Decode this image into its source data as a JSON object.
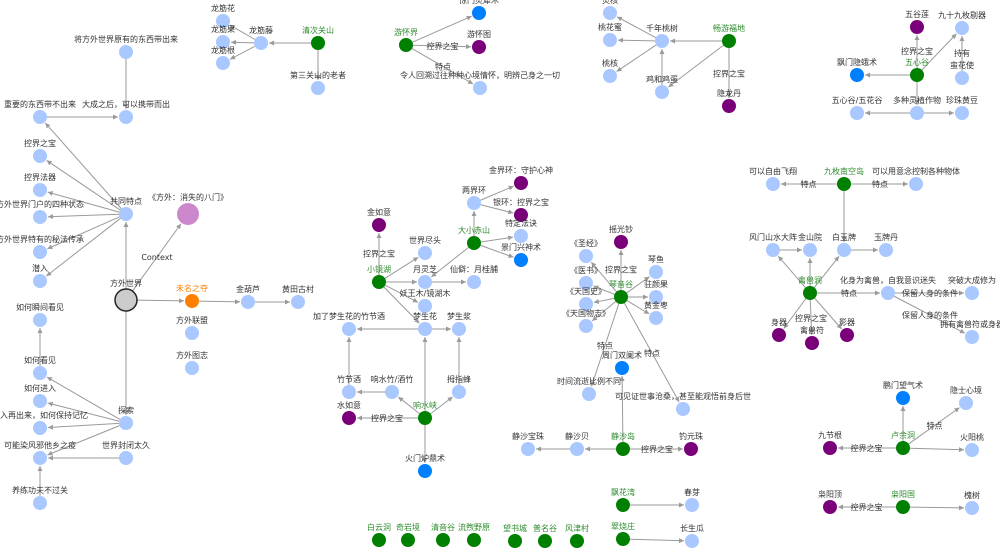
{
  "title": "方外世界 知识图谱",
  "colors": {
    "entity": "#008000",
    "concept": "#a8c8ff",
    "treasure": "#7a007a",
    "skill": "#0080ff",
    "root": "#cccccc",
    "book": "#cc88cc",
    "highlight": "#ff8000",
    "edge": "#9a9a9a",
    "label_green": "#2e8b2e",
    "label_orange": "#ff8000",
    "label_default": "#333333"
  },
  "nodes": [
    {
      "id": "n_root",
      "label": "方外世界",
      "kind": "root"
    },
    {
      "id": "n_book",
      "label": "《方外：消失的八门》",
      "kind": "book"
    },
    {
      "id": "n_common",
      "label": "共同特点",
      "kind": "concept"
    },
    {
      "id": "n_bring_orig",
      "label": "将方外世界原有的东西带出来",
      "kind": "concept"
    },
    {
      "id": "n_after",
      "label": "大成之后，可以携带而出",
      "kind": "concept"
    },
    {
      "id": "n_important",
      "label": "重要的东西带不出来",
      "kind": "concept"
    },
    {
      "id": "n_ctrl_treasure",
      "label": "控界之宝",
      "kind": "concept"
    },
    {
      "id": "n_ctrl_tool",
      "label": "控界法器",
      "kind": "concept"
    },
    {
      "id": "n_four_states",
      "label": "方外世界门户的四种状态",
      "kind": "concept"
    },
    {
      "id": "n_secret",
      "label": "方外世界特有的秘法传承",
      "kind": "concept"
    },
    {
      "id": "n_sneak",
      "label": "潜入",
      "kind": "concept"
    },
    {
      "id": "n_weiming",
      "label": "未名之夺",
      "kind": "highlight"
    },
    {
      "id": "n_jinhulu",
      "label": "金葫芦",
      "kind": "concept"
    },
    {
      "id": "n_huangtian",
      "label": "黄田古村",
      "kind": "concept"
    },
    {
      "id": "n_league",
      "label": "方外联盟",
      "kind": "concept"
    },
    {
      "id": "n_annals",
      "label": "方外图志",
      "kind": "concept"
    },
    {
      "id": "n_explore",
      "label": "探索",
      "kind": "concept"
    },
    {
      "id": "n_instant_see",
      "label": "如何瞬间看见",
      "kind": "concept"
    },
    {
      "id": "n_see",
      "label": "如何看见",
      "kind": "concept"
    },
    {
      "id": "n_enter",
      "label": "如何进入",
      "kind": "concept"
    },
    {
      "id": "n_memory",
      "label": "进入再出来，如何保持记忆",
      "kind": "concept"
    },
    {
      "id": "n_disease",
      "label": "可能染风邪他乡之疫",
      "kind": "concept"
    },
    {
      "id": "n_closed",
      "label": "世界封闭太久",
      "kind": "concept"
    },
    {
      "id": "n_training",
      "label": "养练功夫不过关",
      "kind": "concept"
    },
    {
      "id": "n_qingci",
      "label": "清次关山",
      "kind": "entity"
    },
    {
      "id": "n_longteng",
      "label": "龙筋藤",
      "kind": "concept"
    },
    {
      "id": "n_lj_hua",
      "label": "龙筋花",
      "kind": "concept"
    },
    {
      "id": "n_lj_guo",
      "label": "龙筋果",
      "kind": "concept"
    },
    {
      "id": "n_lj_gen",
      "label": "龙筋根",
      "kind": "concept"
    },
    {
      "id": "n_elder",
      "label": "第三关山的老者",
      "kind": "concept"
    },
    {
      "id": "n_youhuai",
      "label": "游怀界",
      "kind": "entity"
    },
    {
      "id": "n_yh_skill",
      "label": "惊门灵犀术",
      "kind": "skill"
    },
    {
      "id": "n_yh_tu",
      "label": "游怀图",
      "kind": "treasure"
    },
    {
      "id": "n_yh_feat",
      "label": "令人回溯过往种种心境情怀，明辨己身之一切",
      "kind": "concept"
    },
    {
      "id": "n_changyou",
      "label": "畅游福地",
      "kind": "entity"
    },
    {
      "id": "n_qiannian",
      "label": "千年桃树",
      "kind": "concept"
    },
    {
      "id": "n_linghe",
      "label": "灵核",
      "kind": "concept"
    },
    {
      "id": "n_taohua",
      "label": "桃花蜜",
      "kind": "concept"
    },
    {
      "id": "n_taohe",
      "label": "桃核",
      "kind": "concept"
    },
    {
      "id": "n_jihe",
      "label": "鸡和鸡蛋",
      "kind": "concept"
    },
    {
      "id": "n_yinlong",
      "label": "隐龙丹",
      "kind": "treasure"
    },
    {
      "id": "n_wuxin",
      "label": "五心谷",
      "kind": "entity"
    },
    {
      "id": "n_wg_lian",
      "label": "五谷莲",
      "kind": "treasure"
    },
    {
      "id": "n_99",
      "label": "九十九枚剔器",
      "kind": "concept"
    },
    {
      "id": "n_piaomen",
      "label": "飘门隐蛾术",
      "kind": "skill"
    },
    {
      "id": "n_manhua",
      "label": "蛮花使",
      "kind": "concept"
    },
    {
      "id": "n_wx_wh",
      "label": "五心谷/五花谷",
      "kind": "concept"
    },
    {
      "id": "n_crops",
      "label": "多种灵植作物",
      "kind": "concept"
    },
    {
      "id": "n_zhenzhu",
      "label": "珍珠黄豆",
      "kind": "concept"
    },
    {
      "id": "n_daxiao",
      "label": "大小赤山",
      "kind": "entity"
    },
    {
      "id": "n_liangjie",
      "label": "两界环",
      "kind": "concept"
    },
    {
      "id": "n_jinjie",
      "label": "金界环：守护心神",
      "kind": "treasure"
    },
    {
      "id": "n_yinhuan",
      "label": "银环：控界之宝",
      "kind": "treasure"
    },
    {
      "id": "n_tedingfa",
      "label": "特定法诀",
      "kind": "concept"
    },
    {
      "id": "n_jingmen_xing",
      "label": "景门兴神术",
      "kind": "skill"
    },
    {
      "id": "n_xiaojing",
      "label": "小镜湖",
      "kind": "entity"
    },
    {
      "id": "n_jinrumeng",
      "label": "金如意",
      "kind": "treasure"
    },
    {
      "id": "n_shijie",
      "label": "世界尽头",
      "kind": "concept"
    },
    {
      "id": "n_yuelingzhi",
      "label": "月灵芝",
      "kind": "concept"
    },
    {
      "id": "n_xianpi",
      "label": "仙僻：月桂脯",
      "kind": "concept"
    },
    {
      "id": "n_yaowang",
      "label": "妖王木/镜湖木",
      "kind": "concept"
    },
    {
      "id": "n_mengshenghua",
      "label": "梦生花",
      "kind": "concept"
    },
    {
      "id": "n_mengsheng_jiang",
      "label": "梦生浆",
      "kind": "concept"
    },
    {
      "id": "n_zhujiu_meng",
      "label": "加了梦生花的竹节酒",
      "kind": "concept"
    },
    {
      "id": "n_xiangshui",
      "label": "响水峡",
      "kind": "entity"
    },
    {
      "id": "n_zhujiejiu",
      "label": "竹节酒",
      "kind": "concept"
    },
    {
      "id": "n_xsz",
      "label": "响水竹/酒竹",
      "kind": "concept"
    },
    {
      "id": "n_yinmi",
      "label": "拇指蜂",
      "kind": "concept"
    },
    {
      "id": "n_shuiruyi",
      "label": "水如意",
      "kind": "treasure"
    },
    {
      "id": "n_huomen",
      "label": "火门炉鼎术",
      "kind": "skill"
    },
    {
      "id": "n_qinyin",
      "label": "琴音谷",
      "kind": "entity"
    },
    {
      "id": "n_yaoguang",
      "label": "摇光钞",
      "kind": "treasure"
    },
    {
      "id": "n_shengjing",
      "label": "《圣经》",
      "kind": "concept"
    },
    {
      "id": "n_yishu",
      "label": "《医书》",
      "kind": "concept"
    },
    {
      "id": "n_tianguoshi",
      "label": "《天国史》",
      "kind": "concept"
    },
    {
      "id": "n_tianguowu",
      "label": "《天国物志》",
      "kind": "concept"
    },
    {
      "id": "n_qinyu",
      "label": "琴鱼",
      "kind": "concept"
    },
    {
      "id": "n_zhuyan",
      "label": "驻颜果",
      "kind": "concept"
    },
    {
      "id": "n_huangjin",
      "label": "黄金枣",
      "kind": "concept"
    },
    {
      "id": "n_zhoumen",
      "label": "周门双阑术",
      "kind": "skill"
    },
    {
      "id": "n_shijian",
      "label": "时间流逝比例不同",
      "kind": "concept"
    },
    {
      "id": "n_kejian",
      "label": "可见证世事沧桑，甚至能观悟前身后世",
      "kind": "concept"
    },
    {
      "id": "n_jingsha",
      "label": "静沙岛",
      "kind": "entity"
    },
    {
      "id": "n_jingsha_bei",
      "label": "静沙贝",
      "kind": "concept"
    },
    {
      "id": "n_jingsha_zhu",
      "label": "静沙宝珠",
      "kind": "concept"
    },
    {
      "id": "n_diaoyuan",
      "label": "钓元珠",
      "kind": "treasure"
    },
    {
      "id": "n_jiumei",
      "label": "九枚南空岛",
      "kind": "entity"
    },
    {
      "id": "n_fly",
      "label": "可以自由飞翔",
      "kind": "concept"
    },
    {
      "id": "n_mind",
      "label": "可以用意念控制各种物体",
      "kind": "concept"
    },
    {
      "id": "n_baiyupai",
      "label": "白玉牌",
      "kind": "concept"
    },
    {
      "id": "n_yupaidan",
      "label": "玉牌丹",
      "kind": "concept"
    },
    {
      "id": "n_fengmen",
      "label": "风门山水大阵",
      "kind": "concept"
    },
    {
      "id": "n_jinshan",
      "label": "金山院",
      "kind": "concept"
    },
    {
      "id": "n_qinshou",
      "label": "禽兽涧",
      "kind": "entity"
    },
    {
      "id": "n_huashen",
      "label": "化身为禽兽，自我意识迷失",
      "kind": "concept"
    },
    {
      "id": "n_tupo",
      "label": "突破大成修为",
      "kind": "concept"
    },
    {
      "id": "n_yongyou",
      "label": "拥有禽兽符或身器",
      "kind": "concept"
    },
    {
      "id": "n_shenqi",
      "label": "身器",
      "kind": "treasure"
    },
    {
      "id": "n_qsfu",
      "label": "禽兽符",
      "kind": "treasure"
    },
    {
      "id": "n_yingqi",
      "label": "影器",
      "kind": "treasure"
    },
    {
      "id": "n_luyu",
      "label": "卢余洞",
      "kind": "entity"
    },
    {
      "id": "n_jingmen_qi",
      "label": "鹏门望气术",
      "kind": "skill"
    },
    {
      "id": "n_yinshi",
      "label": "隐士心境",
      "kind": "concept"
    },
    {
      "id": "n_jiujie",
      "label": "九节根",
      "kind": "treasure"
    },
    {
      "id": "n_huoyang",
      "label": "火阳桃",
      "kind": "concept"
    },
    {
      "id": "n_guoyang_guo",
      "label": "枭阳国",
      "kind": "entity"
    },
    {
      "id": "n_guoyang_ding",
      "label": "枭阳顶",
      "kind": "treasure"
    },
    {
      "id": "n_huaishu",
      "label": "槐树",
      "kind": "concept"
    },
    {
      "id": "n_piaohua",
      "label": "飘花湾",
      "kind": "entity"
    },
    {
      "id": "n_chunya",
      "label": "春芽",
      "kind": "concept"
    },
    {
      "id": "n_cuiqiao",
      "label": "翠烧庄",
      "kind": "entity"
    },
    {
      "id": "n_changsheng",
      "label": "长生瓜",
      "kind": "concept"
    },
    {
      "id": "n_baiyun",
      "label": "白云洞",
      "kind": "entity"
    },
    {
      "id": "n_qiyan",
      "label": "奇岩境",
      "kind": "entity"
    },
    {
      "id": "n_qingyin",
      "label": "清音谷",
      "kind": "entity"
    },
    {
      "id": "n_liuxu",
      "label": "流煦野原",
      "kind": "entity"
    },
    {
      "id": "n_wangshu",
      "label": "望书城",
      "kind": "entity"
    },
    {
      "id": "n_bingming",
      "label": "普名谷",
      "kind": "entity"
    },
    {
      "id": "n_fengjin",
      "label": "风津村",
      "kind": "entity"
    }
  ],
  "edges": [
    {
      "from": "n_root",
      "to": "n_book",
      "label": "Context"
    },
    {
      "from": "n_root",
      "to": "n_common",
      "label": ""
    },
    {
      "from": "n_root",
      "to": "n_weiming",
      "label": ""
    },
    {
      "from": "n_root",
      "to": "n_explore",
      "label": ""
    },
    {
      "from": "n_bring_orig",
      "to": "n_after",
      "label": ""
    },
    {
      "from": "n_important",
      "to": "n_after",
      "label": ""
    },
    {
      "from": "n_common",
      "to": "n_important",
      "label": ""
    },
    {
      "from": "n_common",
      "to": "n_ctrl_treasure",
      "label": ""
    },
    {
      "from": "n_common",
      "to": "n_ctrl_tool",
      "label": ""
    },
    {
      "from": "n_common",
      "to": "n_four_states",
      "label": ""
    },
    {
      "from": "n_common",
      "to": "n_secret",
      "label": ""
    },
    {
      "from": "n_common",
      "to": "n_sneak",
      "label": ""
    },
    {
      "from": "n_weiming",
      "to": "n_jinhulu",
      "label": ""
    },
    {
      "from": "n_jinhulu",
      "to": "n_huangtian",
      "label": ""
    },
    {
      "from": "n_see",
      "to": "n_instant_see",
      "label": ""
    },
    {
      "from": "n_explore",
      "to": "n_see",
      "label": ""
    },
    {
      "from": "n_explore",
      "to": "n_enter",
      "label": ""
    },
    {
      "from": "n_explore",
      "to": "n_memory",
      "label": ""
    },
    {
      "from": "n_explore",
      "to": "n_disease",
      "label": ""
    },
    {
      "from": "n_closed",
      "to": "n_disease",
      "label": ""
    },
    {
      "from": "n_training",
      "to": "n_disease",
      "label": ""
    },
    {
      "from": "n_qingci",
      "to": "n_longteng",
      "label": ""
    },
    {
      "from": "n_longteng",
      "to": "n_lj_hua",
      "label": ""
    },
    {
      "from": "n_longteng",
      "to": "n_lj_guo",
      "label": ""
    },
    {
      "from": "n_longteng",
      "to": "n_lj_gen",
      "label": ""
    },
    {
      "from": "n_qingci",
      "to": "n_elder",
      "label": ""
    },
    {
      "from": "n_youhuai",
      "to": "n_yh_skill",
      "label": ""
    },
    {
      "from": "n_youhuai",
      "to": "n_yh_tu",
      "label": "控界之宝"
    },
    {
      "from": "n_youhuai",
      "to": "n_yh_feat",
      "label": "特点"
    },
    {
      "from": "n_changyou",
      "to": "n_qiannian",
      "label": ""
    },
    {
      "from": "n_qiannian",
      "to": "n_linghe",
      "label": ""
    },
    {
      "from": "n_qiannian",
      "to": "n_taohua",
      "label": ""
    },
    {
      "from": "n_qiannian",
      "to": "n_taohe",
      "label": ""
    },
    {
      "from": "n_jihe",
      "to": "n_qiannian",
      "label": ""
    },
    {
      "from": "n_changyou",
      "to": "n_jihe",
      "label": ""
    },
    {
      "from": "n_changyou",
      "to": "n_yinlong",
      "label": "控界之宝"
    },
    {
      "from": "n_wuxin",
      "to": "n_wg_lian",
      "label": "控界之宝"
    },
    {
      "from": "n_wuxin",
      "to": "n_99",
      "label": ""
    },
    {
      "from": "n_manhua",
      "to": "n_99",
      "label": "持有"
    },
    {
      "from": "n_wuxin",
      "to": "n_piaomen",
      "label": ""
    },
    {
      "from": "n_wuxin",
      "to": "n_crops",
      "label": ""
    },
    {
      "from": "n_crops",
      "to": "n_wx_wh",
      "label": ""
    },
    {
      "from": "n_crops",
      "to": "n_zhenzhu",
      "label": ""
    },
    {
      "from": "n_daxiao",
      "to": "n_liangjie",
      "label": ""
    },
    {
      "from": "n_liangjie",
      "to": "n_jinjie",
      "label": ""
    },
    {
      "from": "n_liangjie",
      "to": "n_yinhuan",
      "label": ""
    },
    {
      "from": "n_daxiao",
      "to": "n_tedingfa",
      "label": ""
    },
    {
      "from": "n_daxiao",
      "to": "n_jingmen_xing",
      "label": ""
    },
    {
      "from": "n_daxiao",
      "to": "n_yuelingzhi",
      "label": ""
    },
    {
      "from": "n_xiaojing",
      "to": "n_jinrumeng",
      "label": "控界之宝"
    },
    {
      "from": "n_xiaojing",
      "to": "n_shijie",
      "label": ""
    },
    {
      "from": "n_xiaojing",
      "to": "n_yuelingzhi",
      "label": ""
    },
    {
      "from": "n_yuelingzhi",
      "to": "n_xianpi",
      "label": ""
    },
    {
      "from": "n_xiaojing",
      "to": "n_yaowang",
      "label": ""
    },
    {
      "from": "n_xiaojing",
      "to": "n_mengshenghua",
      "label": ""
    },
    {
      "from": "n_mengshenghua",
      "to": "n_mengsheng_jiang",
      "label": ""
    },
    {
      "from": "n_mengshenghua",
      "to": "n_zhujiu_meng",
      "label": ""
    },
    {
      "from": "n_xiangshui",
      "to": "n_mengshenghua",
      "label": ""
    },
    {
      "from": "n_xiangshui",
      "to": "n_xsz",
      "label": ""
    },
    {
      "from": "n_xsz",
      "to": "n_zhujiejiu",
      "label": ""
    },
    {
      "from": "n_zhujiejiu",
      "to": "n_zhujiu_meng",
      "label": ""
    },
    {
      "from": "n_xiangshui",
      "to": "n_yinmi",
      "label": ""
    },
    {
      "from": "n_yinmi",
      "to": "n_mengsheng_jiang",
      "label": ""
    },
    {
      "from": "n_xiangshui",
      "to": "n_shuiruyi",
      "label": "控界之宝"
    },
    {
      "from": "n_xiangshui",
      "to": "n_huomen",
      "label": ""
    },
    {
      "from": "n_qinyin",
      "to": "n_yaoguang",
      "label": "控界之宝"
    },
    {
      "from": "n_qinyin",
      "to": "n_shengjing",
      "label": ""
    },
    {
      "from": "n_qinyin",
      "to": "n_yishu",
      "label": ""
    },
    {
      "from": "n_qinyin",
      "to": "n_tianguoshi",
      "label": ""
    },
    {
      "from": "n_qinyin",
      "to": "n_tianguowu",
      "label": ""
    },
    {
      "from": "n_qinyin",
      "to": "n_qinyu",
      "label": ""
    },
    {
      "from": "n_qinyin",
      "to": "n_zhuyan",
      "label": ""
    },
    {
      "from": "n_qinyin",
      "to": "n_huangjin",
      "label": ""
    },
    {
      "from": "n_qinyin",
      "to": "n_shijian",
      "label": "特点"
    },
    {
      "from": "n_qinyin",
      "to": "n_kejian",
      "label": "特点"
    },
    {
      "from": "n_jingsha",
      "to": "n_zhoumen",
      "label": ""
    },
    {
      "from": "n_jingsha",
      "to": "n_jingsha_bei",
      "label": ""
    },
    {
      "from": "n_jingsha_bei",
      "to": "n_jingsha_zhu",
      "label": ""
    },
    {
      "from": "n_jingsha",
      "to": "n_diaoyuan",
      "label": "控界之宝"
    },
    {
      "from": "n_jiumei",
      "to": "n_fly",
      "label": "特点"
    },
    {
      "from": "n_jiumei",
      "to": "n_mind",
      "label": "特点"
    },
    {
      "from": "n_jiumei",
      "to": "n_baiyupai",
      "label": ""
    },
    {
      "from": "n_baiyupai",
      "to": "n_yupaidan",
      "label": ""
    },
    {
      "from": "n_fengmen",
      "to": "n_jinshan",
      "label": ""
    },
    {
      "from": "n_qinshou",
      "to": "n_fengmen",
      "label": ""
    },
    {
      "from": "n_qinshou",
      "to": "n_jinshan",
      "label": ""
    },
    {
      "from": "n_qinshou",
      "to": "n_baiyupai",
      "label": ""
    },
    {
      "from": "n_qinshou",
      "to": "n_huashen",
      "label": "特点"
    },
    {
      "from": "n_huashen",
      "to": "n_tupo",
      "label": "保留人身的条件"
    },
    {
      "from": "n_huashen",
      "to": "n_yongyou",
      "label": "保留人身的条件"
    },
    {
      "from": "n_qinshou",
      "to": "n_shenqi",
      "label": ""
    },
    {
      "from": "n_qinshou",
      "to": "n_qsfu",
      "label": "控界之宝"
    },
    {
      "from": "n_qinshou",
      "to": "n_yingqi",
      "label": ""
    },
    {
      "from": "n_luyu",
      "to": "n_jingmen_qi",
      "label": ""
    },
    {
      "from": "n_luyu",
      "to": "n_yinshi",
      "label": "特点"
    },
    {
      "from": "n_luyu",
      "to": "n_jiujie",
      "label": "控界之宝"
    },
    {
      "from": "n_luyu",
      "to": "n_huoyang",
      "label": ""
    },
    {
      "from": "n_guoyang_guo",
      "to": "n_guoyang_ding",
      "label": "控界之宝"
    },
    {
      "from": "n_guoyang_guo",
      "to": "n_huaishu",
      "label": ""
    },
    {
      "from": "n_piaohua",
      "to": "n_chunya",
      "label": ""
    },
    {
      "from": "n_cuiqiao",
      "to": "n_changsheng",
      "label": ""
    }
  ]
}
